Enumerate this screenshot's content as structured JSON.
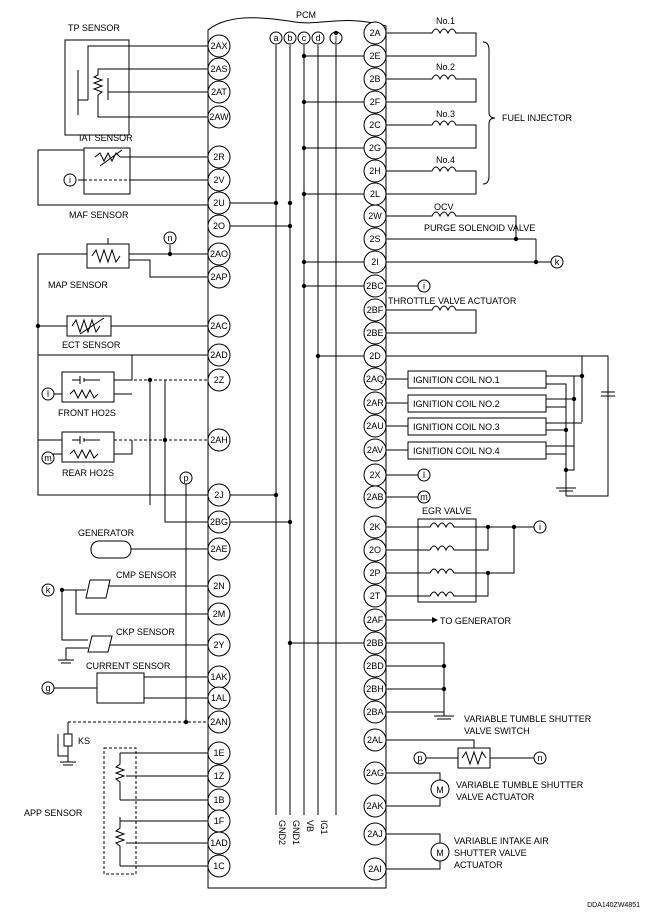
{
  "pcm_label": "PCM",
  "code": "DDA140ZW4851",
  "bus": [
    {
      "id": "a",
      "name": "GND2"
    },
    {
      "id": "b",
      "name": "GND1"
    },
    {
      "id": "c",
      "name": "VB"
    },
    {
      "id": "d",
      "name": "IG1"
    },
    {
      "id": "j",
      "name": ""
    }
  ],
  "left_pins": [
    "2AX",
    "2AS",
    "2AT",
    "2AW",
    "2R",
    "2V",
    "2U",
    "2O",
    "2AO",
    "2AP",
    "2AC",
    "2AD",
    "2Z",
    "2AH",
    "2J",
    "2BG",
    "2AE",
    "2N",
    "2M",
    "2Y",
    "1AK",
    "1AL",
    "2AN",
    "1E",
    "1Z",
    "1B",
    "1F",
    "1AD",
    "1C"
  ],
  "right_pins": [
    "2A",
    "2E",
    "2B",
    "2F",
    "2C",
    "2G",
    "2H",
    "2L",
    "2W",
    "2S",
    "2I",
    "2BC",
    "2BF",
    "2BE",
    "2D",
    "2AQ",
    "2AR",
    "2AU",
    "2AV",
    "2X",
    "2AB",
    "2K",
    "2O",
    "2P",
    "2T",
    "2AF",
    "2BB",
    "2BD",
    "2BH",
    "2BA",
    "2AL",
    "2AG",
    "2AK",
    "2AJ",
    "2AI"
  ],
  "left_labels": {
    "tp": "TP SENSOR",
    "iat": "IAT SENSOR",
    "maf": "MAF SENSOR",
    "map": "MAP SENSOR",
    "ect": "ECT SENSOR",
    "front": "FRONT HO2S",
    "rear": "REAR HO2S",
    "generator": "GENERATOR",
    "cmp": "CMP SENSOR",
    "ckp": "CKP SENSOR",
    "current": "CURRENT SENSOR",
    "ks": "KS",
    "app": "APP SENSOR"
  },
  "right_labels": {
    "no1": "No.1",
    "no2": "No.2",
    "no3": "No.3",
    "no4": "No.4",
    "injector": "FUEL INJECTOR",
    "ocv": "OCV",
    "purge": "PURGE SOLENOID VALVE",
    "throttle": "THROTTLE VALVE ACTUATOR",
    "coils": [
      "IGNITION COIL NO.1",
      "IGNITION COIL NO.2",
      "IGNITION COIL NO.3",
      "IGNITION COIL NO.4"
    ],
    "egr": "EGR VALVE",
    "togen": "TO GENERATOR",
    "vtssw_1": "VARIABLE TUMBLE SHUTTER",
    "vtssw_2": "VALVE SWITCH",
    "vtsact_1": "VARIABLE TUMBLE SHUTTER",
    "vtsact_2": "VALVE ACTUATOR",
    "vias_1": "VARIABLE INTAKE AIR",
    "vias_2": "SHUTTER VALVE",
    "vias_3": "ACTUATOR"
  },
  "connectors": {
    "i": "i",
    "k": "k",
    "l": "l",
    "m": "m",
    "n": "n",
    "p": "p",
    "g": "g"
  }
}
